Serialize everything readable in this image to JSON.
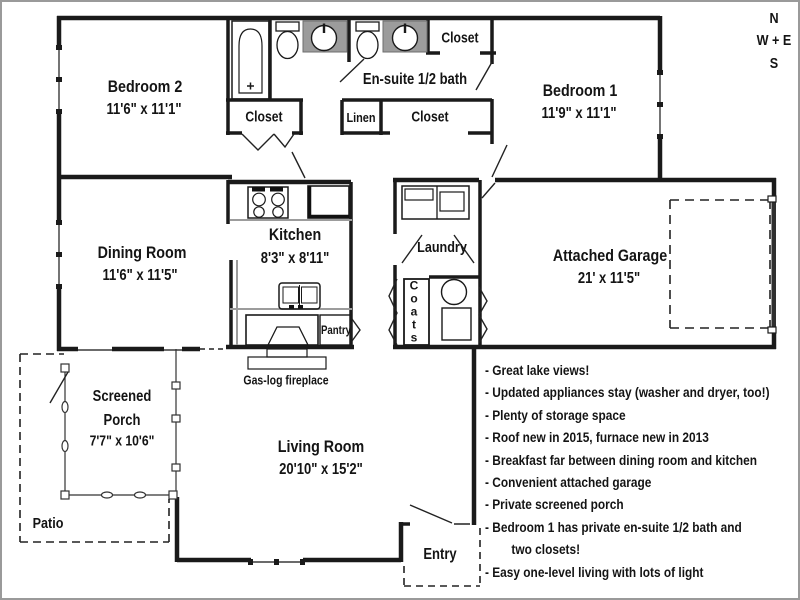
{
  "compass": {
    "n": "N",
    "wpe": "W + E",
    "s": "S"
  },
  "rooms": {
    "bedroom2": {
      "name": "Bedroom 2",
      "dims": "11'6\" x 11'1\""
    },
    "bedroom1": {
      "name": "Bedroom 1",
      "dims": "11'9\" x 11'1\""
    },
    "ensuite": {
      "name": "En-suite 1/2 bath"
    },
    "dining": {
      "name": "Dining Room",
      "dims": "11'6\" x 11'5\""
    },
    "kitchen": {
      "name": "Kitchen",
      "dims": "8'3\" x 8'11\""
    },
    "laundry": {
      "name": "Laundry"
    },
    "garage": {
      "name": "Attached Garage",
      "dims": "21' x 11'5\""
    },
    "living": {
      "name": "Living Room",
      "dims": "20'10\" x 15'2\""
    },
    "porch": {
      "line1": "Screened",
      "line2": "Porch",
      "dims": "7'7\" x 10'6\""
    },
    "entry": {
      "name": "Entry"
    },
    "patio": {
      "name": "Patio"
    }
  },
  "closets": {
    "bath": "Closet",
    "bedroom2": "Closet",
    "bedroom1": "Closet",
    "linen": "Linen",
    "coats": "C\no\na\nt\ns",
    "pantry": "Pantry"
  },
  "annotations": {
    "fireplace": "Gas-log fireplace"
  },
  "features": {
    "items": [
      "- Great lake views!",
      "- Updated appliances stay (washer and dryer, too!)",
      "- Plenty of storage space",
      "- Roof new in 2015, furnace new in 2013",
      "- Breakfast far between dining room and kitchen",
      "- Convenient attached garage",
      "- Private screened porch",
      "- Bedroom 1 has private en-suite 1/2 bath and\n        two closets!",
      "- Easy one-level living with lots of light"
    ]
  }
}
